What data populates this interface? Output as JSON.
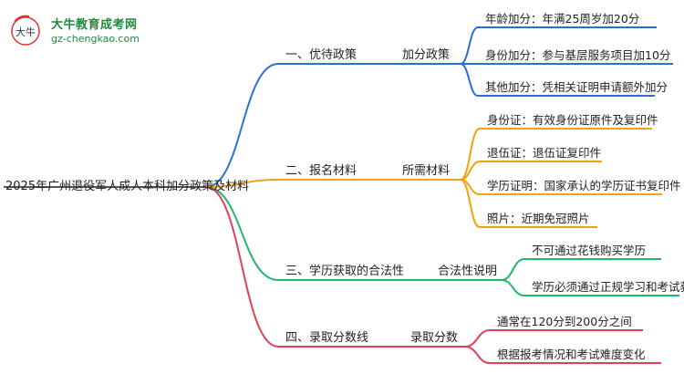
{
  "brand": {
    "name": "大牛教育成考网",
    "url": "gz-chengkao.com",
    "logo_glyph": "大牛",
    "color": "#1f8a3a"
  },
  "mindmap": {
    "root": "2025年广州退役军人成人本科加分政策及材料",
    "branches": [
      {
        "label": "一、优待政策",
        "sub": "加分政策",
        "color": "#2b6fd6",
        "leaves": [
          "年龄加分：年满25周岁加20分",
          "身份加分：参与基层服务项目加10分",
          "其他加分：凭相关证明申请额外加分"
        ]
      },
      {
        "label": "二、报名材料",
        "sub": "所需材料",
        "color": "#f0a30a",
        "leaves": [
          "身份证：有效身份证原件及复印件",
          "退伍证：退伍证复印件",
          "学历证明：国家承认的学历证书复印件",
          "照片：近期免冠照片"
        ]
      },
      {
        "label": "三、学历获取的合法性",
        "sub": "合法性说明",
        "color": "#22b868",
        "leaves": [
          "不可通过花钱购买学历",
          "学历必须通过正规学习和考试获得"
        ]
      },
      {
        "label": "四、录取分数线",
        "sub": "录取分数",
        "color": "#e0405a",
        "leaves": [
          "通常在120分到200分之间",
          "根据报考情况和考试难度变化"
        ]
      }
    ]
  }
}
